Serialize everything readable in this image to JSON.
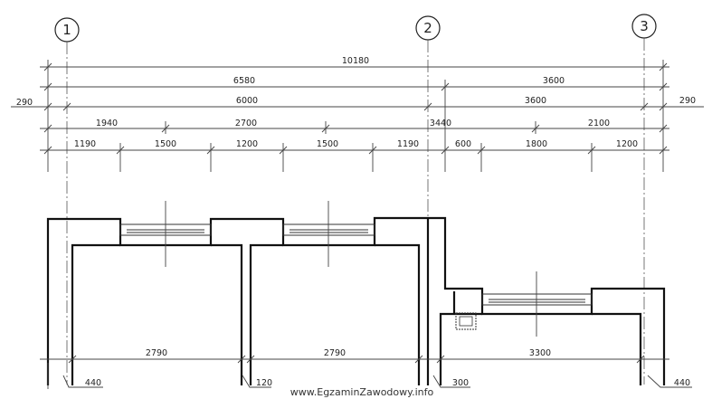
{
  "axes": [
    {
      "label": "1"
    },
    {
      "label": "2"
    },
    {
      "label": "3"
    }
  ],
  "dimensions_top": {
    "row1": {
      "total": "10180"
    },
    "row2": {
      "a": "6580",
      "b": "3600"
    },
    "row3": {
      "left": "290",
      "a": "6000",
      "b": "3600",
      "right": "290"
    },
    "row4": {
      "a": "1940",
      "b": "2700",
      "c": "3440",
      "d": "2100"
    },
    "row5": {
      "a": "1190",
      "b": "1500",
      "c": "1200",
      "d": "1500",
      "e": "1190",
      "f": "600",
      "g": "1800",
      "h": "1200"
    }
  },
  "dimensions_bottom": {
    "room1": "2790",
    "room2": "2790",
    "room3": "3300",
    "wall1": "440",
    "wall2": "120",
    "wall3": "300",
    "wall4": "440"
  },
  "watermark": "www.EgzaminZawodowy.info"
}
